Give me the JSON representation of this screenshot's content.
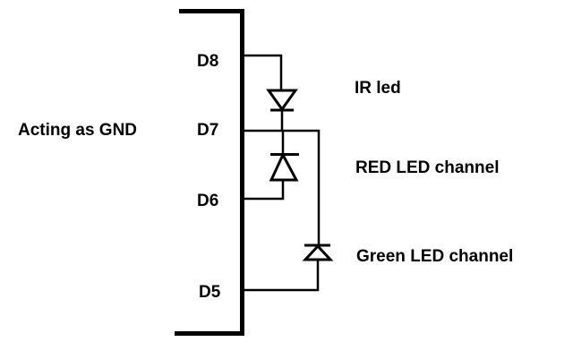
{
  "diagram": {
    "type": "circuit-schematic",
    "side_label": "Acting as GND",
    "pins": [
      {
        "id": "d8",
        "label": "D8"
      },
      {
        "id": "d7",
        "label": "D7"
      },
      {
        "id": "d6",
        "label": "D6"
      },
      {
        "id": "d5",
        "label": "D5"
      }
    ],
    "components": [
      {
        "id": "ir",
        "kind": "diode",
        "label": "IR led",
        "anode": "D8",
        "cathode": "D7",
        "orientation": "down"
      },
      {
        "id": "red",
        "kind": "diode",
        "label": "RED LED channel",
        "anode": "D6",
        "cathode": "D7",
        "orientation": "up"
      },
      {
        "id": "green",
        "kind": "diode",
        "label": "Green LED channel",
        "anode": "D5",
        "cathode": "D7",
        "orientation": "up"
      }
    ],
    "colors": {
      "stroke": "#000000",
      "background": "#ffffff"
    }
  }
}
